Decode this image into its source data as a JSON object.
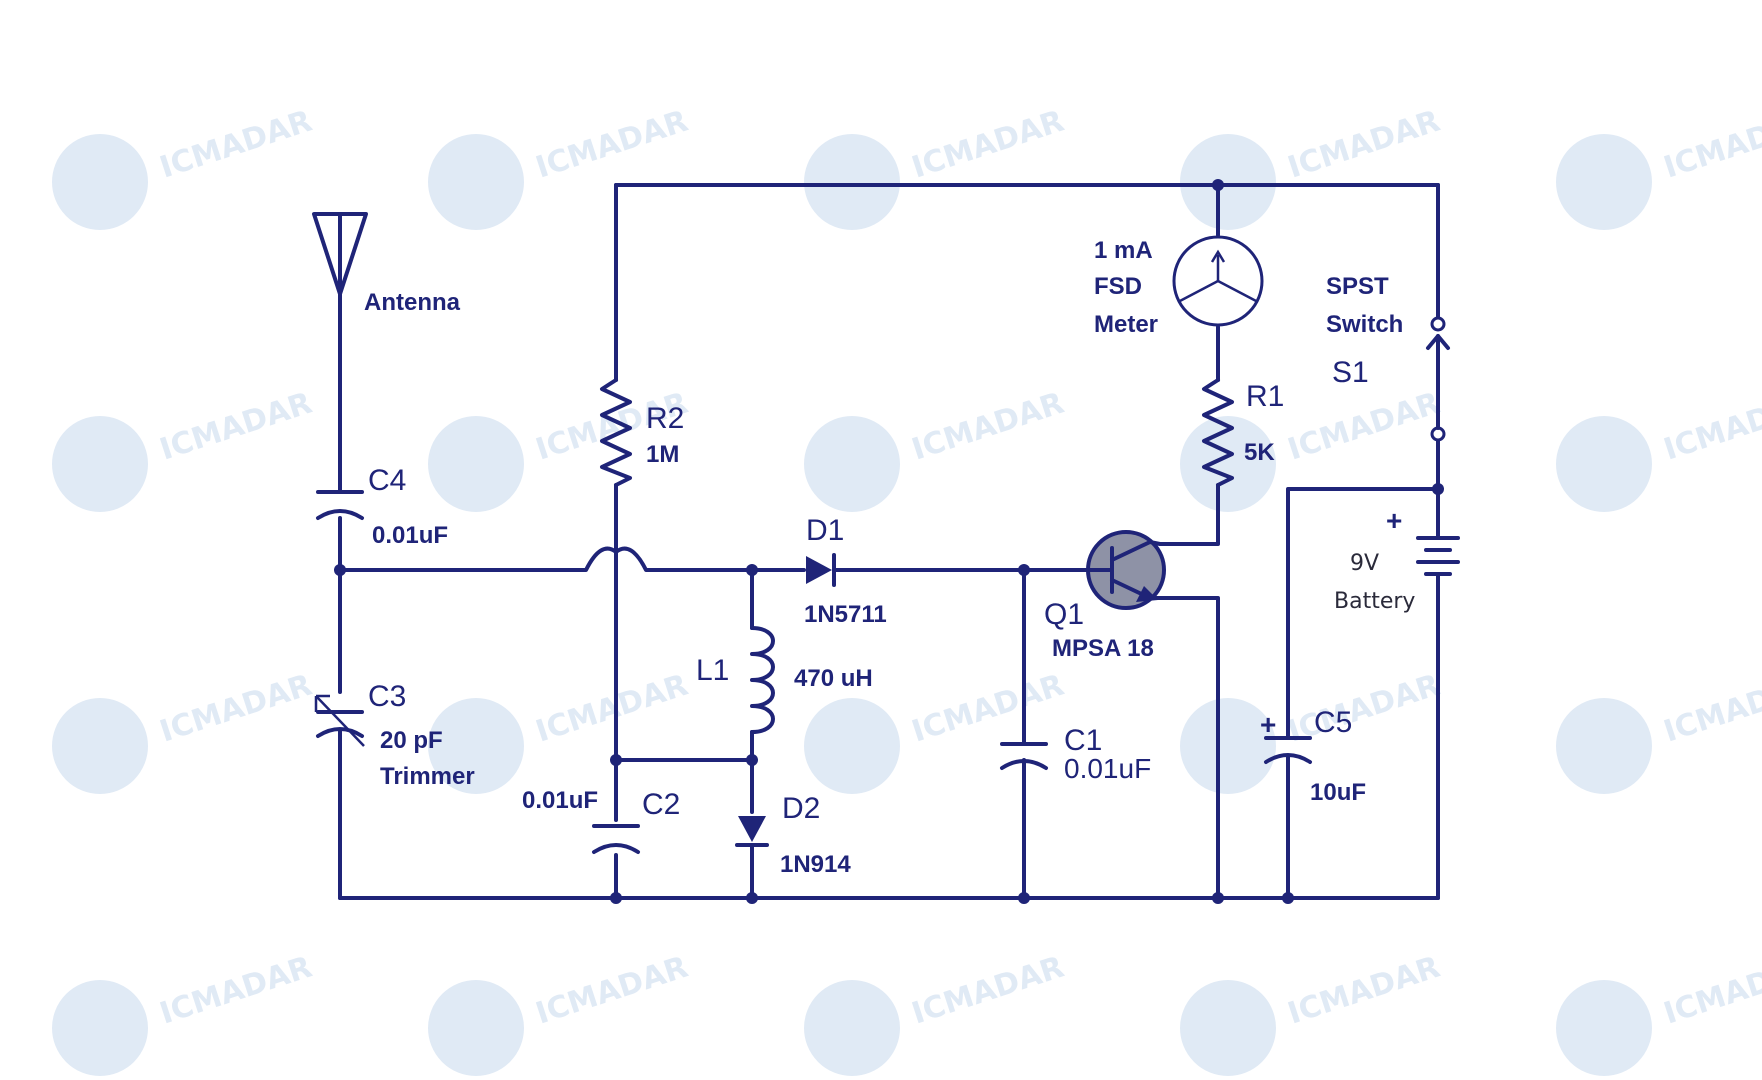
{
  "watermark": {
    "brand": "ICMADAR",
    "logo": "IC"
  },
  "colors": {
    "ink": "#1f2478",
    "watermark": "#d6e3f2",
    "meter_fill": "#ffffff",
    "transistor_fill": "#8e92a6"
  },
  "components": {
    "antenna": {
      "label": "Antenna"
    },
    "c4": {
      "ref": "C4",
      "value": "0.01uF"
    },
    "c3": {
      "ref": "C3",
      "value": "20 pF",
      "note": "Trimmer"
    },
    "r2": {
      "ref": "R2",
      "value": "1M"
    },
    "c2": {
      "ref": "C2",
      "value": "0.01uF"
    },
    "d1": {
      "ref": "D1",
      "part": "1N5711"
    },
    "l1": {
      "ref": "L1",
      "value": "470 uH"
    },
    "d2": {
      "ref": "D2",
      "part": "1N914"
    },
    "c1": {
      "ref": "C1",
      "value": "0.01uF"
    },
    "q1": {
      "ref": "Q1",
      "part": "MPSA 18"
    },
    "meter": {
      "line1": "1 mA",
      "line2": "FSD",
      "line3": "Meter"
    },
    "r1": {
      "ref": "R1",
      "value": "5K"
    },
    "s1": {
      "line1": "SPST",
      "line2": "Switch",
      "ref": "S1"
    },
    "battery": {
      "plus": "+",
      "value": "9V",
      "label": "Battery"
    },
    "c5": {
      "ref": "C5",
      "plus": "+",
      "value": "10uF"
    }
  }
}
